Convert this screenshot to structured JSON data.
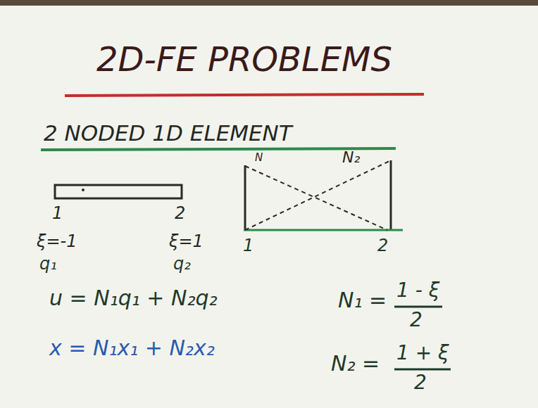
{
  "diagram": {
    "title": "2D-FE PROBLEMS",
    "labels": [
      "2 NODED 1D ELEMENT",
      "1",
      "2",
      "ξ=-1",
      "ξ=1",
      "q₁",
      "q₂",
      "N",
      "N₂",
      "1",
      "2",
      "u = N₁q₁ + N₂q₂",
      "x = N₁x₁ + N₂x₂",
      "N₁ =",
      "1 - ξ",
      "2",
      "N₂ =",
      "1 + ξ",
      "2"
    ]
  }
}
